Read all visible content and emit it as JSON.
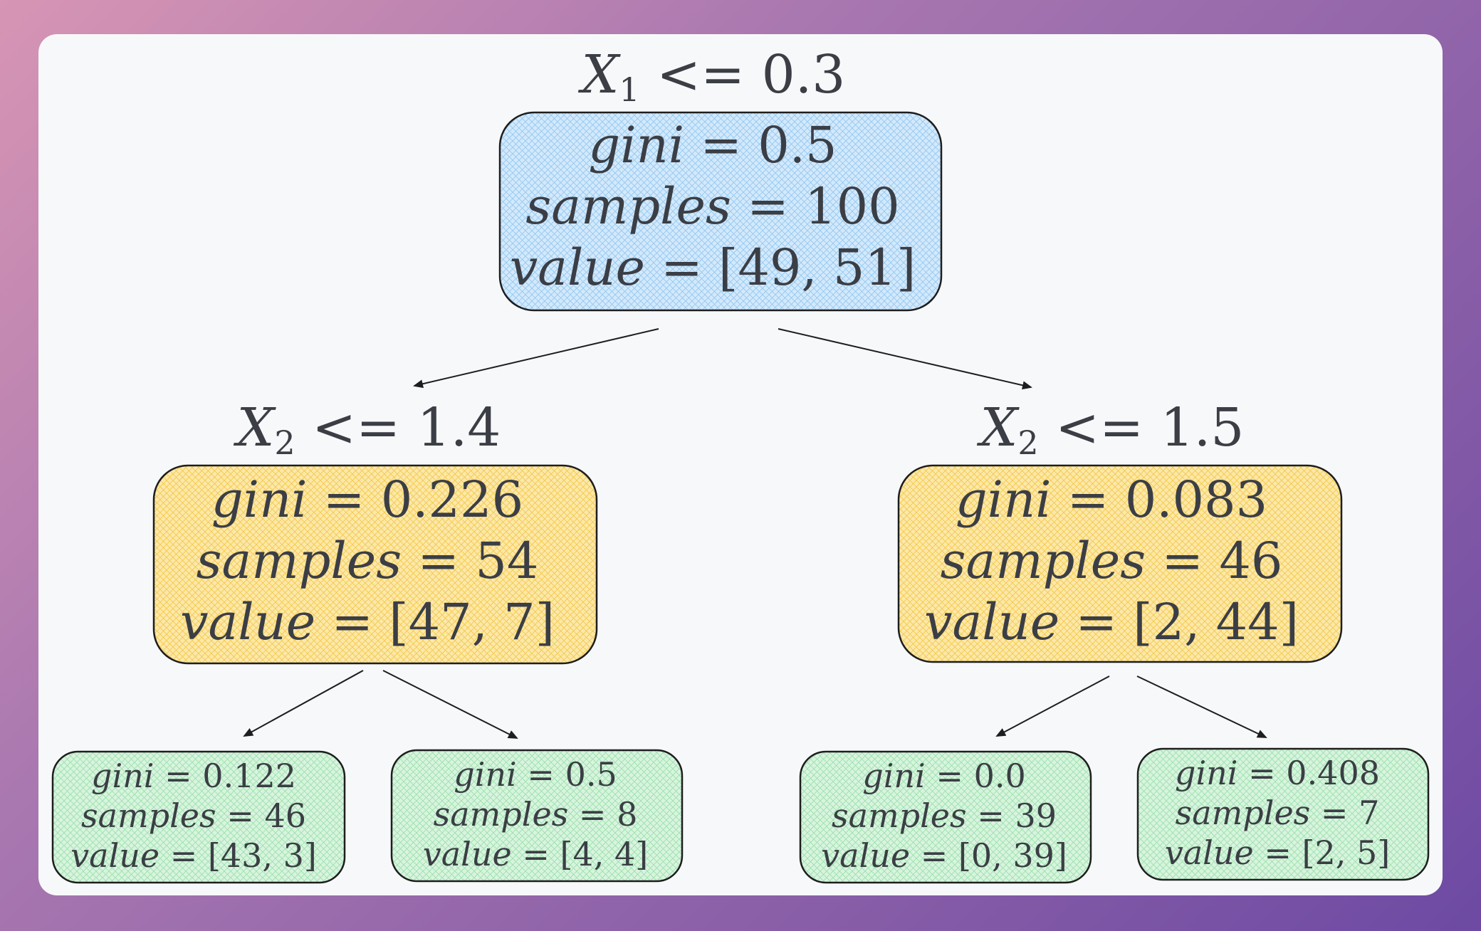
{
  "colors": {
    "root_fill": "#a9d4f5",
    "mid_fill": "#fcd56c",
    "leaf_fill": "#b6eec4",
    "text": "#3b3e45",
    "stroke": "#1e1e1e"
  },
  "tree": {
    "root": {
      "condition": {
        "var": "X",
        "sub": "1",
        "op": " <= ",
        "threshold": "0.3"
      },
      "gini": "0.5",
      "samples": "100",
      "value": "[49, 51]"
    },
    "left": {
      "condition": {
        "var": "X",
        "sub": "2",
        "op": " <= ",
        "threshold": "1.4"
      },
      "gini": "0.226",
      "samples": "54",
      "value": "[47, 7]"
    },
    "right": {
      "condition": {
        "var": "X",
        "sub": "2",
        "op": " <= ",
        "threshold": "1.5"
      },
      "gini": "0.083",
      "samples": "46",
      "value": "[2, 44]"
    },
    "leaves": [
      {
        "gini": "0.122",
        "samples": "46",
        "value": "[43, 3]"
      },
      {
        "gini": "0.5",
        "samples": "8",
        "value": "[4, 4]"
      },
      {
        "gini": "0.0",
        "samples": "39",
        "value": "[0, 39]"
      },
      {
        "gini": "0.408",
        "samples": "7",
        "value": "[2, 5]"
      }
    ],
    "labels": {
      "gini": "gini",
      "samples": "samples",
      "value": "value",
      "eq": " = "
    }
  }
}
